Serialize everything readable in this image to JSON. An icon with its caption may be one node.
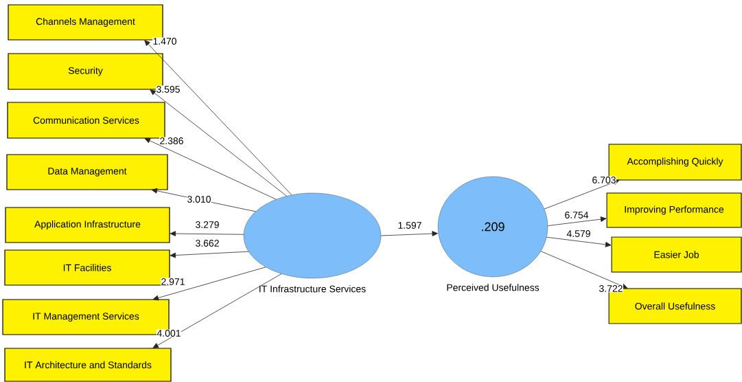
{
  "diagram": {
    "nodes": [
      {
        "text": [
          "IT Infrastructure Services"
        ]
      },
      {
        "text": [
          "Channels Management"
        ]
      },
      {
        "text": [
          "Security"
        ]
      },
      {
        "text": [
          "Communication Services"
        ]
      },
      {
        "text": [
          "Data Management"
        ]
      },
      {
        "text": [
          "Application Infrastructure"
        ]
      },
      {
        "text": [
          "IT Facilities"
        ]
      },
      {
        "text": [
          "IT Management Services"
        ]
      },
      {
        "text": [
          "IT Architecture and Standards"
        ]
      },
      {
        "text": [
          ".209",
          "Perceived Usefulness"
        ]
      },
      {
        "text": [
          "Accomplishing Quickly"
        ]
      },
      {
        "text": [
          "Improving Performance"
        ]
      },
      {
        "text": [
          "Easier Job"
        ]
      },
      {
        "text": [
          "Overall Usefulness"
        ]
      }
    ],
    "edges": [
      {
        "from": 0,
        "to": 1,
        "arrow": "to",
        "label": "1.470"
      },
      {
        "from": 0,
        "to": 2,
        "arrow": "to",
        "label": "3.595"
      },
      {
        "from": 0,
        "to": 3,
        "arrow": "to",
        "label": "2.386"
      },
      {
        "from": 0,
        "to": 4,
        "arrow": "to",
        "label": "3.010"
      },
      {
        "from": 0,
        "to": 5,
        "arrow": "to",
        "label": "3.279"
      },
      {
        "from": 0,
        "to": 6,
        "arrow": "to",
        "label": "3.662"
      },
      {
        "from": 0,
        "to": 7,
        "arrow": "to",
        "label": "2.971"
      },
      {
        "from": 0,
        "to": 8,
        "arrow": "to",
        "label": "4.001"
      },
      {
        "from": 0,
        "to": 9,
        "arrow": "to",
        "label": "1.597"
      },
      {
        "from": 9,
        "to": 10,
        "arrow": "to",
        "label": "6.703"
      },
      {
        "from": 9,
        "to": 11,
        "arrow": "to",
        "label": "6.754"
      },
      {
        "from": 9,
        "to": 12,
        "arrow": "to",
        "label": "4.579"
      },
      {
        "from": 9,
        "to": 13,
        "arrow": "to",
        "label": "3.722"
      }
    ]
  }
}
